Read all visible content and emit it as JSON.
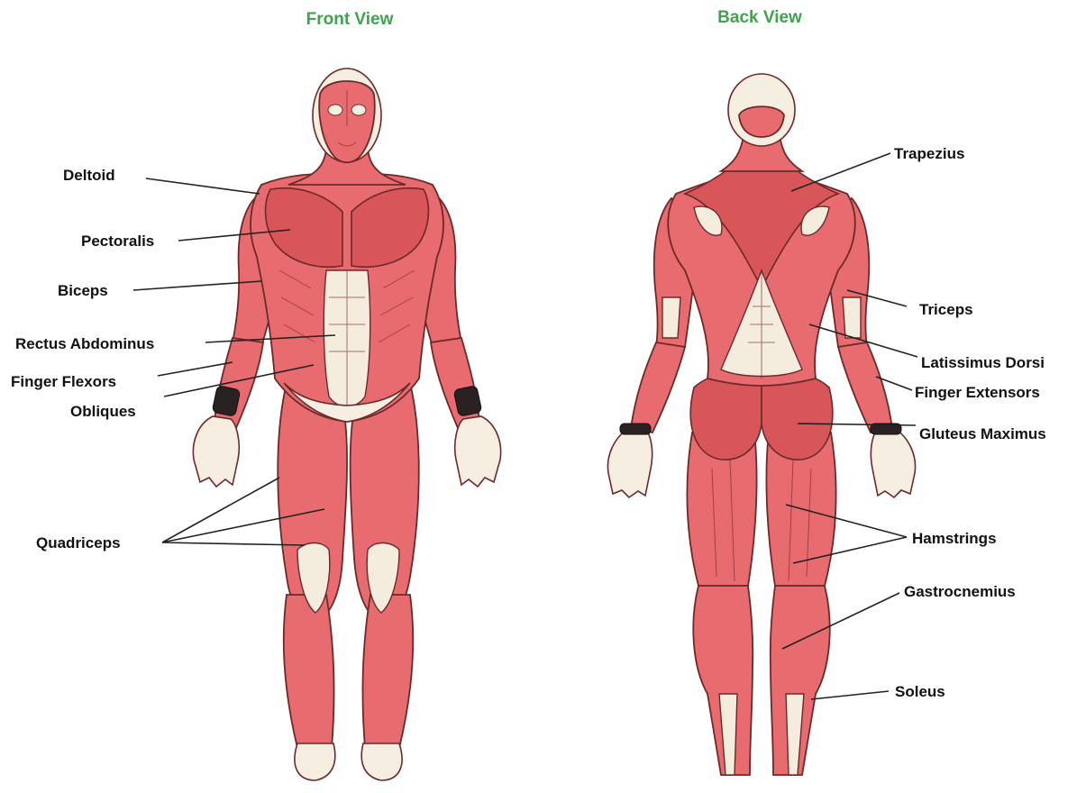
{
  "views": {
    "front": {
      "title": "Front View"
    },
    "back": {
      "title": "Back View"
    }
  },
  "front_labels": {
    "deltoid": "Deltoid",
    "pectoralis": "Pectoralis",
    "biceps": "Biceps",
    "rectus_abdominus": "Rectus Abdominus",
    "finger_flexors": "Finger Flexors",
    "obliques": "Obliques",
    "quadriceps": "Quadriceps"
  },
  "back_labels": {
    "trapezius": "Trapezius",
    "triceps": "Triceps",
    "latissimus_dorsi": "Latissimus Dorsi",
    "finger_extensors": "Finger Extensors",
    "gluteus_maximus": "Gluteus Maximus",
    "hamstrings": "Hamstrings",
    "gastrocnemius": "Gastrocnemius",
    "soleus": "Soleus"
  },
  "colors": {
    "title": "#3fa34d",
    "muscle": "#e86b6f",
    "tendon": "#f4ecdc",
    "outline": "#6b2a2a",
    "label": "#111111"
  }
}
